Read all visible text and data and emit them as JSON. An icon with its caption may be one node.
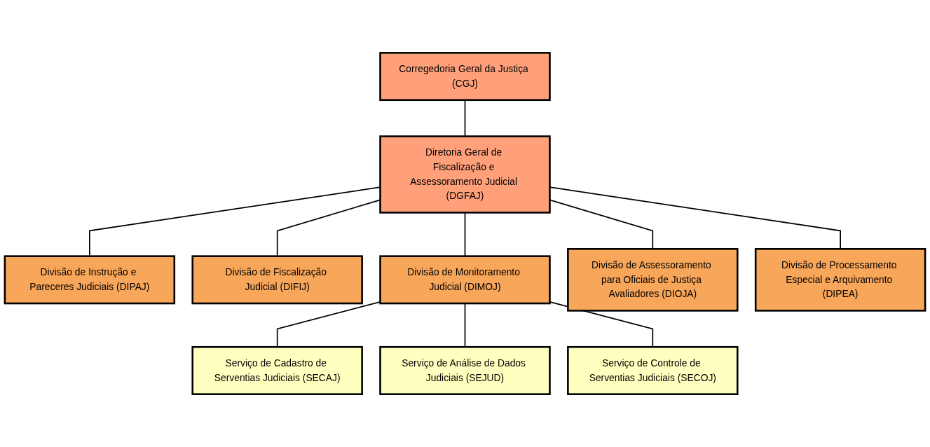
{
  "diagram": {
    "nodes": [
      {
        "text": [
          "Corregedoria Geral da Justiça (CGJ)"
        ]
      },
      {
        "text": [
          "Diretoria Geral de Fiscalização e Assessoramento Judicial (DGFAJ)"
        ]
      },
      {
        "text": [
          "Divisão de Instrução e Pareceres Judiciais (DIPAJ)"
        ]
      },
      {
        "text": [
          "Divisão de Fiscalização Judicial (DIFIJ)"
        ]
      },
      {
        "text": [
          "Divisão de Monitoramento Judicial (DIMOJ)"
        ]
      },
      {
        "text": [
          "Divisão de Assessoramento para Oficiais de Justiça Avaliadores (DIOJA)"
        ]
      },
      {
        "text": [
          "Divisão de Processamento Especial e Arquivamento (DIPEA)"
        ]
      },
      {
        "text": [
          "Serviço de Cadastro de Serventias Judiciais (SECAJ)"
        ]
      },
      {
        "text": [
          "Serviço de Análise de Dados Judiciais (SEJUD)"
        ]
      },
      {
        "text": [
          "Serviço de Controle de Serventias Judiciais (SECOJ)"
        ]
      }
    ],
    "edges": [
      {
        "from": 0,
        "to": 1,
        "arrow": "none"
      },
      {
        "from": 1,
        "to": 2,
        "arrow": "none"
      },
      {
        "from": 1,
        "to": 3,
        "arrow": "none"
      },
      {
        "from": 1,
        "to": 4,
        "arrow": "none"
      },
      {
        "from": 1,
        "to": 5,
        "arrow": "none"
      },
      {
        "from": 1,
        "to": 6,
        "arrow": "none"
      },
      {
        "from": 4,
        "to": 7,
        "arrow": "none"
      },
      {
        "from": 4,
        "to": 8,
        "arrow": "none"
      },
      {
        "from": 4,
        "to": 9,
        "arrow": "none"
      }
    ]
  }
}
